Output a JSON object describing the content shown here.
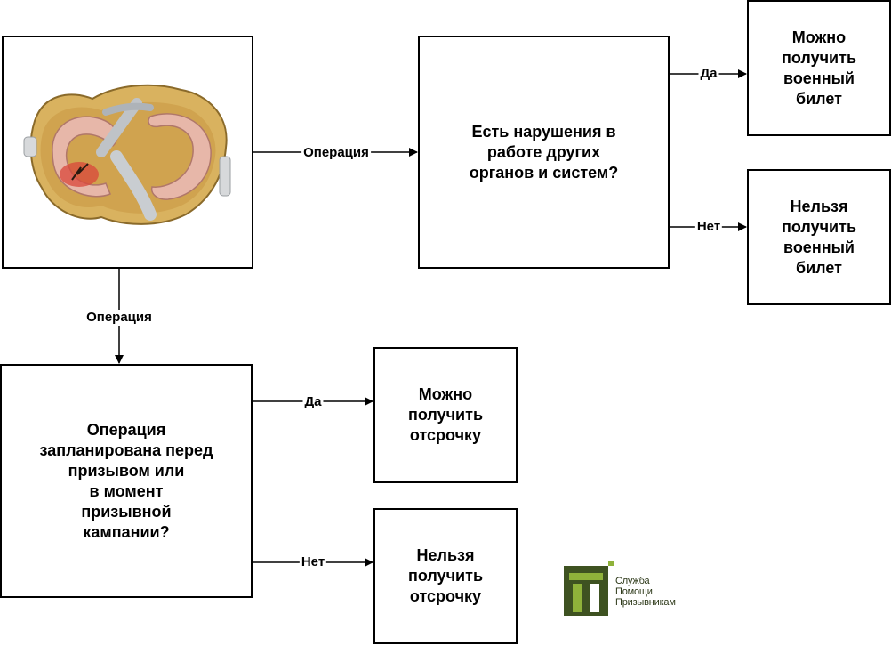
{
  "colors": {
    "line": "#000000",
    "logo_dark": "#3e5221",
    "logo_light": "#8fb23a"
  },
  "image": {
    "icon": "knee-meniscus-illustration"
  },
  "boxes": {
    "q1": "Есть нарушения в\nработе других\nорганов и систем?",
    "q1_yes": "Можно\nполучить\nвоенный\nбилет",
    "q1_no": "Нельзя\nполучить\nвоенный\nбилет",
    "q2": "Операция\nзапланирована перед\nпризывом или\nв момент\nпризывной\nкампании?",
    "q2_yes": "Можно\nполучить\nотсрочку",
    "q2_no": "Нельзя\nполучить\nотсрочку"
  },
  "edges": {
    "to_q1": "Операция",
    "to_q2": "Операция",
    "q1_yes": "Да",
    "q1_no": "Нет",
    "q2_yes": "Да",
    "q2_no": "Нет"
  },
  "logo": {
    "text": "Служба\nПомощи\nПризывникам",
    "icon": "service-logo-icon"
  }
}
